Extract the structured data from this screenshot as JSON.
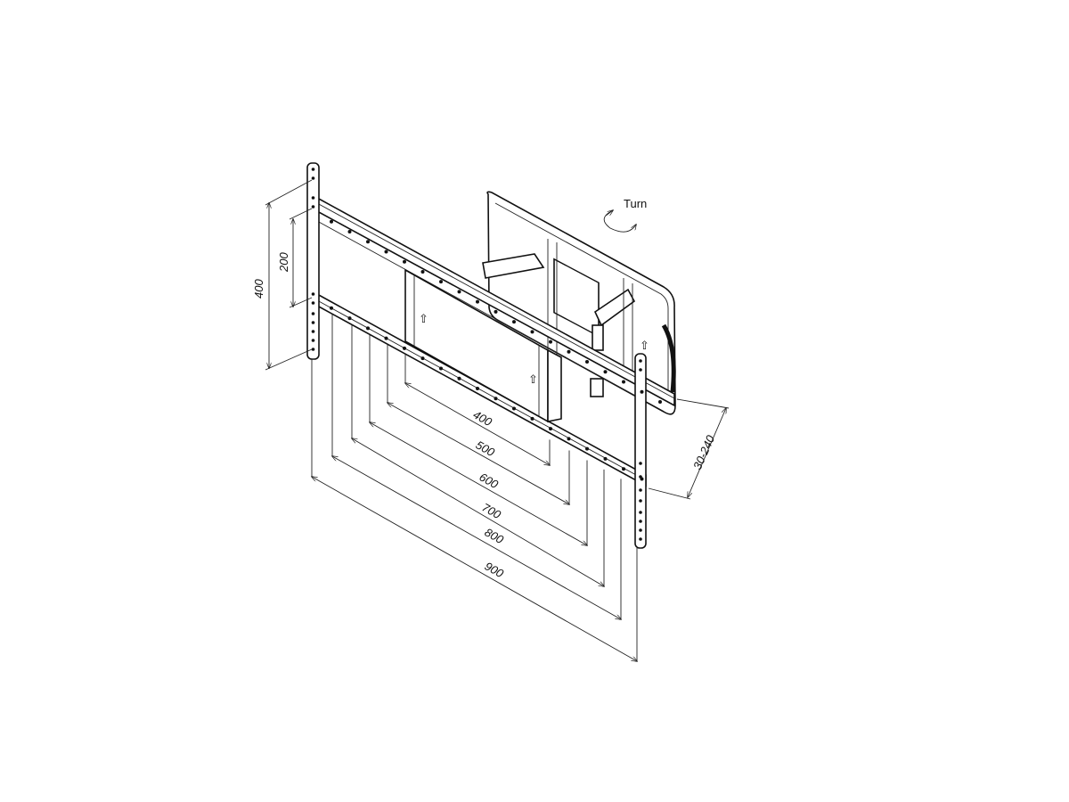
{
  "diagram": {
    "rotation_label": "Turn",
    "vertical_dimensions": [
      "400",
      "200"
    ],
    "horizontal_dimensions": [
      "400",
      "500",
      "600",
      "700",
      "800",
      "900"
    ],
    "depth_dimension": "30-240"
  }
}
